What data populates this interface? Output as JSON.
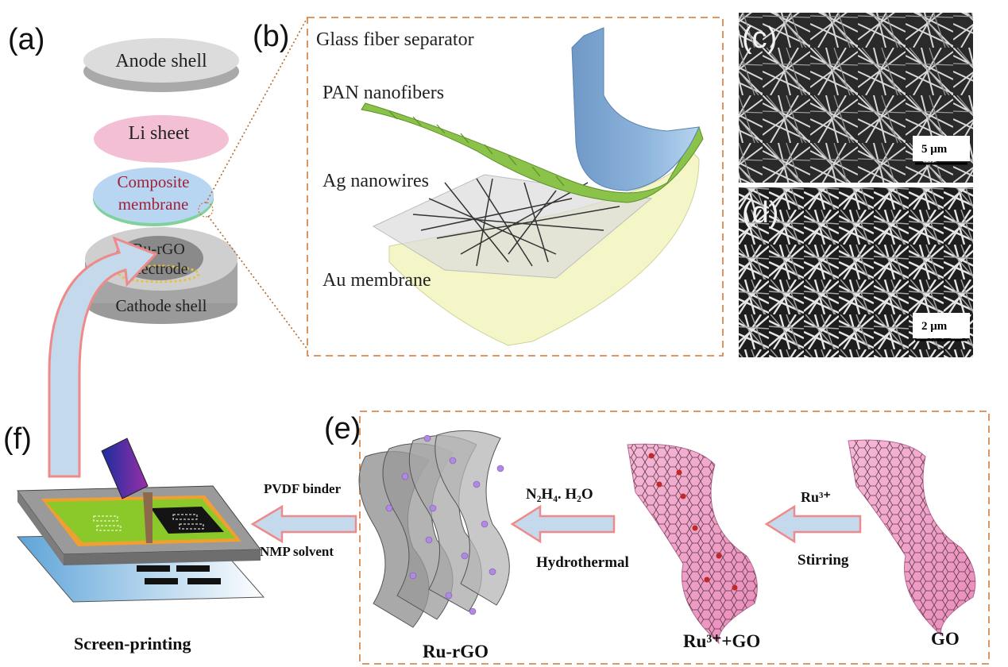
{
  "panels": {
    "a": "(a)",
    "b": "(b)",
    "c": "(c)",
    "d": "(d)",
    "e": "(e)",
    "f": "(f)"
  },
  "cell_stack": {
    "anode_shell": "Anode shell",
    "li_sheet": "Li sheet",
    "composite_line1": "Composite",
    "composite_line2": "membrane",
    "electrode_line1": "Ru-rGO",
    "electrode_line2": "electrode",
    "cathode_shell": "Cathode shell"
  },
  "layers": {
    "glass_fiber": "Glass fiber separator",
    "pan": "PAN nanofibers",
    "ag": "Ag nanowires",
    "au": "Au membrane"
  },
  "sem": {
    "c_scale": "5 μm",
    "d_scale": "2 μm"
  },
  "process": {
    "pvdf": "PVDF binder",
    "nmp": "NMP solvent",
    "n2h4": "N₂H₄. H₂O",
    "hydrothermal": "Hydrothermal",
    "ru3": "Ru³⁺",
    "stirring": "Stirring",
    "ru_rgo": "Ru-rGO",
    "ru3_go": "Ru³⁺+GO",
    "go": "GO",
    "screen_printing": "Screen-printing"
  },
  "colors": {
    "dashed_border": "#d9894f",
    "arrow_fill": "#c5d9ec",
    "arrow_stroke": "#ef8a8a",
    "composite_text": "#a0213a",
    "go_pink": "#f2a8cc"
  }
}
